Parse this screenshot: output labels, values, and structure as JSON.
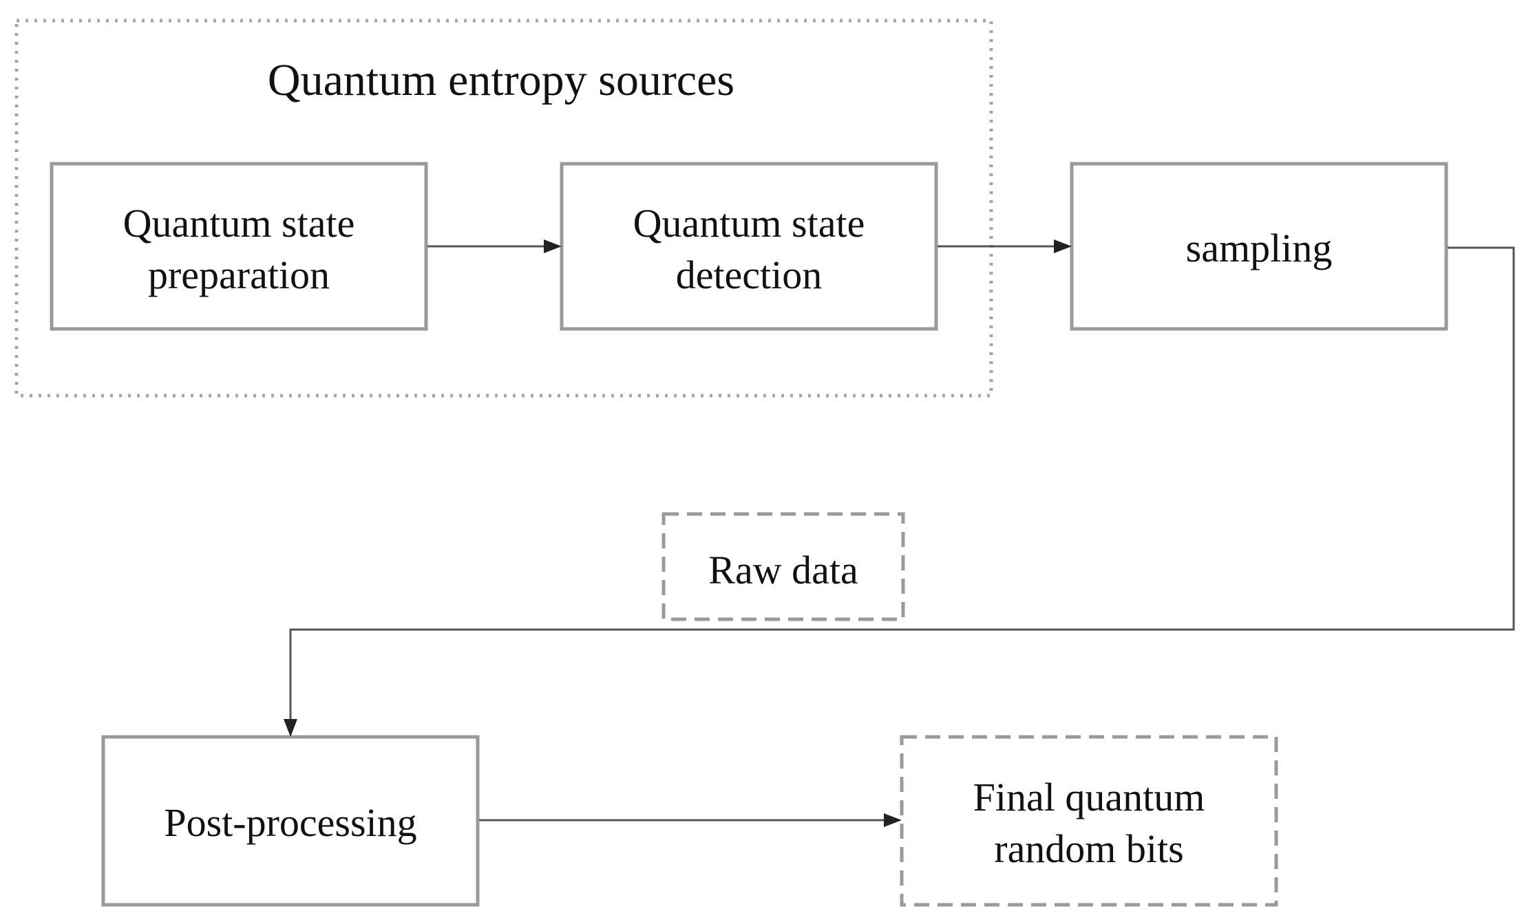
{
  "diagram": {
    "group": {
      "title": "Quantum entropy sources"
    },
    "nodes": {
      "preparation": {
        "line1": "Quantum state",
        "line2": "preparation"
      },
      "detection": {
        "line1": "Quantum state",
        "line2": "detection"
      },
      "sampling": {
        "label": "sampling"
      },
      "raw_data": {
        "label": "Raw data"
      },
      "post_processing": {
        "label": "Post-processing"
      },
      "final_bits": {
        "line1": "Final quantum",
        "line2": "random bits"
      }
    },
    "edges": [
      {
        "from": "Quantum state preparation",
        "to": "Quantum state detection"
      },
      {
        "from": "Quantum state detection",
        "to": "sampling"
      },
      {
        "from": "sampling",
        "to": "Post-processing",
        "note": "Raw data"
      },
      {
        "from": "Post-processing",
        "to": "Final quantum random bits"
      }
    ],
    "colors": {
      "box_border": "#9a9a9a",
      "connector": "#555555",
      "arrowhead": "#222222",
      "text": "#111111"
    }
  }
}
